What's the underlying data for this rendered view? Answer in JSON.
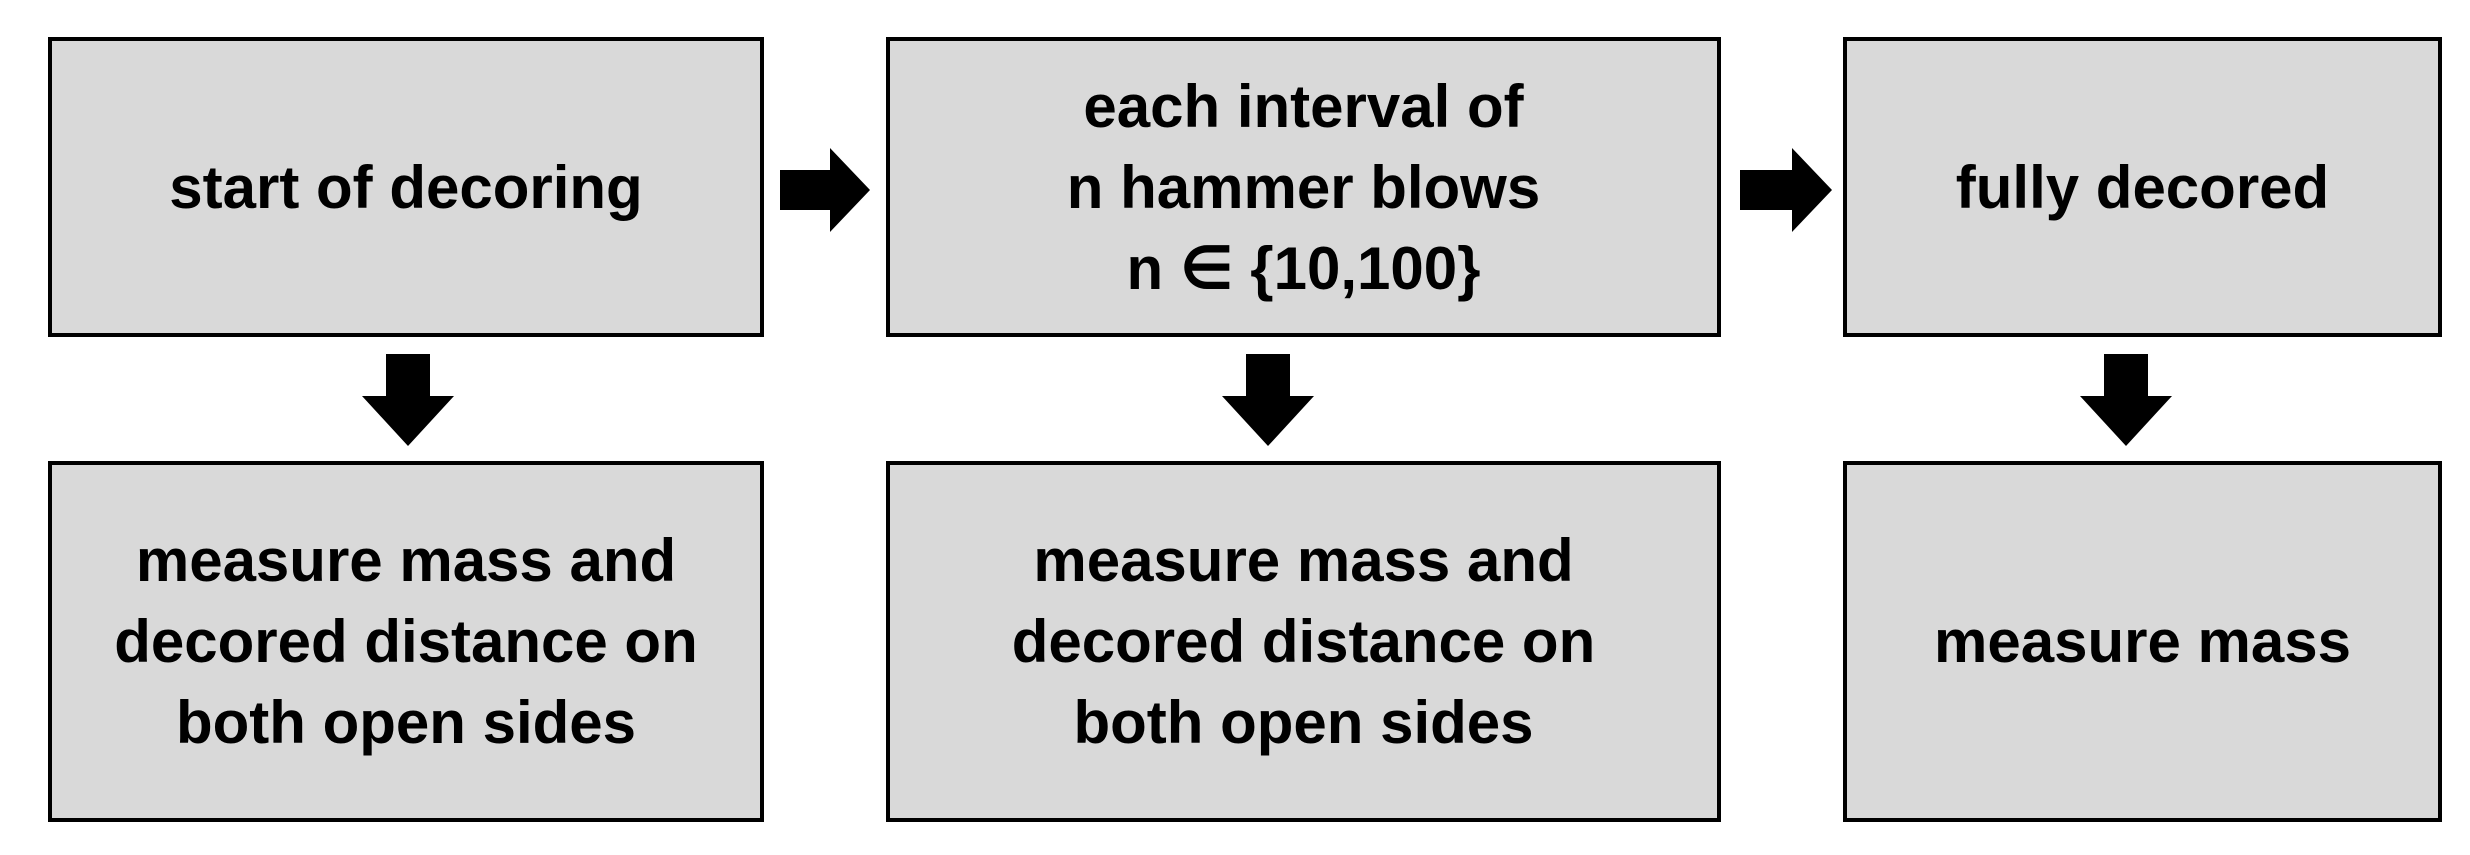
{
  "diagram": {
    "step_start": {
      "lines": [
        "start of decoring"
      ]
    },
    "step_interval": {
      "lines": [
        "each interval of",
        "n hammer blows",
        "n ∈ {10,100}"
      ]
    },
    "step_fully": {
      "lines": [
        "fully decored"
      ]
    },
    "action_start": {
      "lines": [
        "measure mass and",
        "decored distance on",
        "both open sides"
      ]
    },
    "action_interval": {
      "lines": [
        "measure mass and",
        "decored distance on",
        "both open sides"
      ]
    },
    "action_fully": {
      "lines": [
        "measure mass"
      ]
    },
    "colors": {
      "box_fill": "#d9d9d9",
      "border": "#000000",
      "arrow": "#000000",
      "text": "#000000"
    }
  }
}
